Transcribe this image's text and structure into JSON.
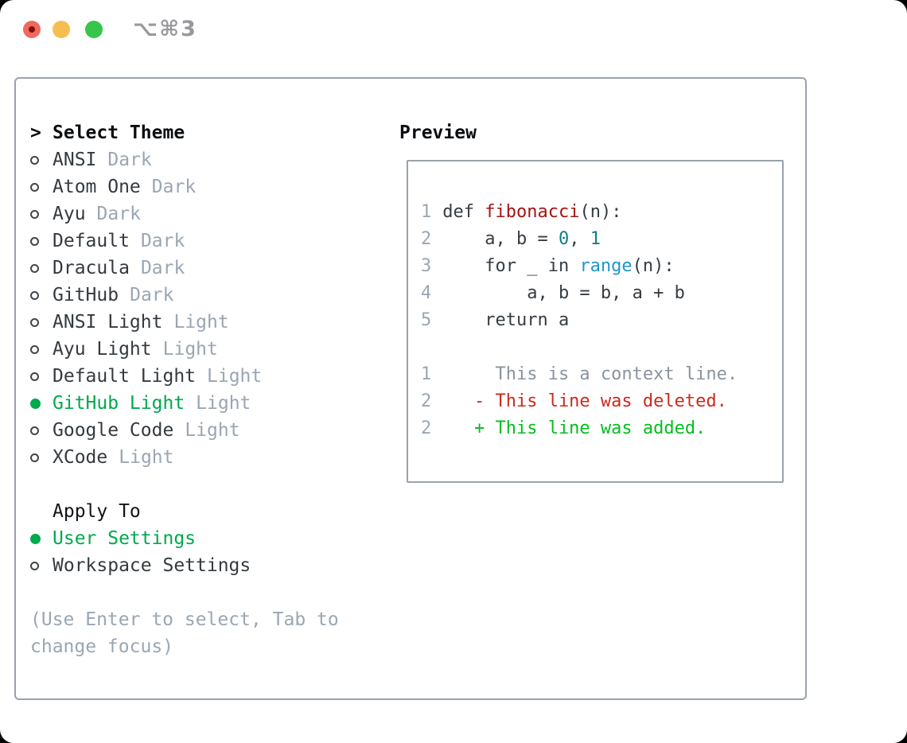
{
  "window": {
    "titlebar": {
      "title": "⌥⌘3"
    }
  },
  "theme_panel": {
    "header": {
      "marker": ">",
      "label": "Select Theme"
    },
    "themes": [
      {
        "name": "ANSI",
        "tag": "Dark",
        "selected": false
      },
      {
        "name": "Atom One",
        "tag": "Dark",
        "selected": false
      },
      {
        "name": "Ayu",
        "tag": "Dark",
        "selected": false
      },
      {
        "name": "Default",
        "tag": "Dark",
        "selected": false
      },
      {
        "name": "Dracula",
        "tag": "Dark",
        "selected": false
      },
      {
        "name": "GitHub",
        "tag": "Dark",
        "selected": false
      },
      {
        "name": "ANSI Light",
        "tag": "Light",
        "selected": false
      },
      {
        "name": "Ayu Light",
        "tag": "Light",
        "selected": false
      },
      {
        "name": "Default Light",
        "tag": "Light",
        "selected": false
      },
      {
        "name": "GitHub Light",
        "tag": "Light",
        "selected": true
      },
      {
        "name": "Google Code",
        "tag": "Light",
        "selected": false
      },
      {
        "name": "XCode",
        "tag": "Light",
        "selected": false
      }
    ],
    "apply_to": {
      "label": "Apply To",
      "options": [
        {
          "name": "User Settings",
          "selected": true
        },
        {
          "name": "Workspace Settings",
          "selected": false
        }
      ]
    },
    "help": {
      "line1": "(Use Enter to select, Tab to",
      "line2": "change focus)"
    }
  },
  "preview": {
    "label": "Preview",
    "lines": [
      {
        "num": "1",
        "segments": [
          {
            "style": "plain",
            "text": " def "
          },
          {
            "style": "func",
            "text": "fibonacci"
          },
          {
            "style": "plain",
            "text": "(n):"
          }
        ]
      },
      {
        "num": "2",
        "segments": [
          {
            "style": "plain",
            "text": "     a, b = "
          },
          {
            "style": "lit",
            "text": "0"
          },
          {
            "style": "plain",
            "text": ", "
          },
          {
            "style": "lit",
            "text": "1"
          }
        ]
      },
      {
        "num": "3",
        "segments": [
          {
            "style": "plain",
            "text": "     for _ in "
          },
          {
            "style": "builtin",
            "text": "range"
          },
          {
            "style": "plain",
            "text": "(n):"
          }
        ]
      },
      {
        "num": "4",
        "segments": [
          {
            "style": "plain",
            "text": "         a, b = b, a + b"
          }
        ]
      },
      {
        "num": "5",
        "segments": [
          {
            "style": "plain",
            "text": "     return a"
          }
        ]
      },
      {
        "blank": true
      },
      {
        "num": "1",
        "segments": [
          {
            "style": "context",
            "text": "      This is a context line."
          }
        ]
      },
      {
        "num": "2",
        "segments": [
          {
            "style": "deleted",
            "text": "    - This line was deleted."
          }
        ]
      },
      {
        "num": "2",
        "segments": [
          {
            "style": "added",
            "text": "    + This line was added."
          }
        ]
      }
    ]
  },
  "colors": {
    "selected_green": "#00a94c",
    "added_green": "#06bd20",
    "deleted_red": "#cd2a1c",
    "function_red": "#a31414",
    "literal_teal": "#0d7e8a",
    "builtin_blue": "#1e96cf",
    "muted_gray": "#9aa6b4",
    "context_gray": "#8a949e",
    "border_gray": "#9aa2ae",
    "traffic_red": "#f0695e",
    "traffic_yellow": "#f6be50",
    "traffic_green": "#38c54b"
  }
}
